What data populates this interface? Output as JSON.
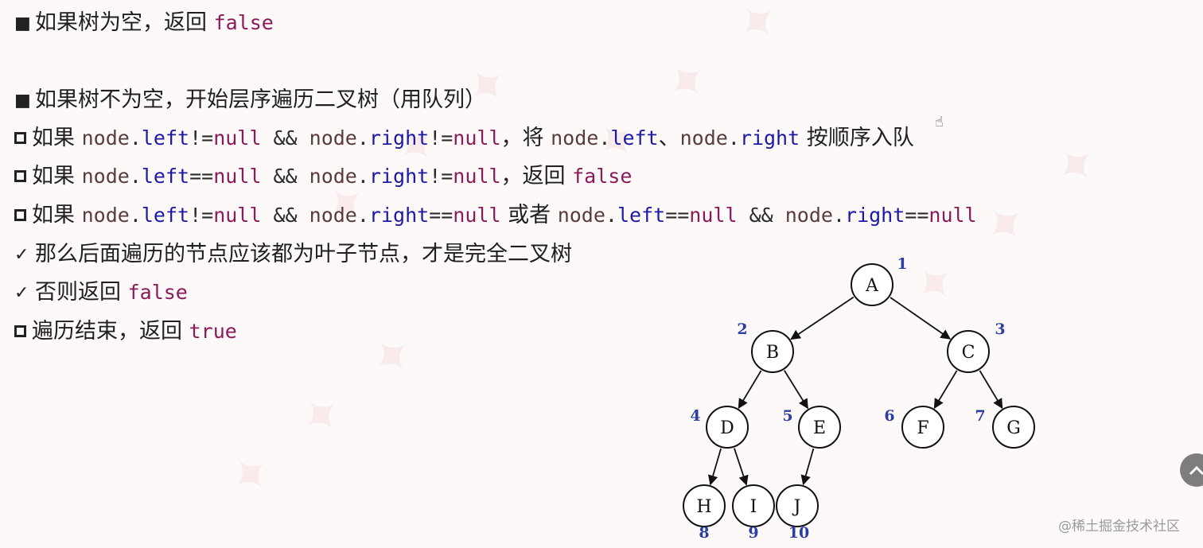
{
  "lines": [
    {
      "bullet": "filled",
      "segments": [
        {
          "text": "如果树为空，返回 ",
          "cls": ""
        },
        {
          "text": "false",
          "cls": "code c-kw"
        }
      ]
    },
    {
      "bullet": "filled",
      "segments": [
        {
          "text": "如果树不为空，开始层序遍历二叉树（用队列）",
          "cls": ""
        }
      ]
    },
    {
      "bullet": "open",
      "segments": [
        {
          "text": "如果 ",
          "cls": ""
        },
        {
          "text": "node",
          "cls": "code c-obj"
        },
        {
          "text": ".",
          "cls": "code c-op"
        },
        {
          "text": "left",
          "cls": "code c-prop"
        },
        {
          "text": "!=",
          "cls": "code c-op"
        },
        {
          "text": "null",
          "cls": "code c-kw"
        },
        {
          "text": " && ",
          "cls": "code c-op"
        },
        {
          "text": "node",
          "cls": "code c-obj"
        },
        {
          "text": ".",
          "cls": "code c-op"
        },
        {
          "text": "right",
          "cls": "code c-prop"
        },
        {
          "text": "!=",
          "cls": "code c-op"
        },
        {
          "text": "null",
          "cls": "code c-kw"
        },
        {
          "text": "，将 ",
          "cls": ""
        },
        {
          "text": "node",
          "cls": "code c-obj"
        },
        {
          "text": ".",
          "cls": "code c-op"
        },
        {
          "text": "left",
          "cls": "code c-prop"
        },
        {
          "text": "、",
          "cls": ""
        },
        {
          "text": "node",
          "cls": "code c-obj"
        },
        {
          "text": ".",
          "cls": "code c-op"
        },
        {
          "text": "right",
          "cls": "code c-prop"
        },
        {
          "text": " 按顺序入队",
          "cls": ""
        }
      ]
    },
    {
      "bullet": "open",
      "segments": [
        {
          "text": "如果 ",
          "cls": ""
        },
        {
          "text": "node",
          "cls": "code c-obj"
        },
        {
          "text": ".",
          "cls": "code c-op"
        },
        {
          "text": "left",
          "cls": "code c-prop"
        },
        {
          "text": "==",
          "cls": "code c-op"
        },
        {
          "text": "null",
          "cls": "code c-kw"
        },
        {
          "text": " && ",
          "cls": "code c-op"
        },
        {
          "text": "node",
          "cls": "code c-obj"
        },
        {
          "text": ".",
          "cls": "code c-op"
        },
        {
          "text": "right",
          "cls": "code c-prop"
        },
        {
          "text": "!=",
          "cls": "code c-op"
        },
        {
          "text": "null",
          "cls": "code c-kw"
        },
        {
          "text": "，返回 ",
          "cls": ""
        },
        {
          "text": "false",
          "cls": "code c-kw"
        }
      ]
    },
    {
      "bullet": "open",
      "segments": [
        {
          "text": "如果 ",
          "cls": ""
        },
        {
          "text": "node",
          "cls": "code c-obj"
        },
        {
          "text": ".",
          "cls": "code c-op"
        },
        {
          "text": "left",
          "cls": "code c-prop"
        },
        {
          "text": "!=",
          "cls": "code c-op"
        },
        {
          "text": "null",
          "cls": "code c-kw"
        },
        {
          "text": " && ",
          "cls": "code c-op"
        },
        {
          "text": "node",
          "cls": "code c-obj"
        },
        {
          "text": ".",
          "cls": "code c-op"
        },
        {
          "text": "right",
          "cls": "code c-prop"
        },
        {
          "text": "==",
          "cls": "code c-op"
        },
        {
          "text": "null",
          "cls": "code c-kw"
        },
        {
          "text": " 或者 ",
          "cls": ""
        },
        {
          "text": "node",
          "cls": "code c-obj"
        },
        {
          "text": ".",
          "cls": "code c-op"
        },
        {
          "text": "left",
          "cls": "code c-prop"
        },
        {
          "text": "==",
          "cls": "code c-op"
        },
        {
          "text": "null",
          "cls": "code c-kw"
        },
        {
          "text": " && ",
          "cls": "code c-op"
        },
        {
          "text": "node",
          "cls": "code c-obj"
        },
        {
          "text": ".",
          "cls": "code c-op"
        },
        {
          "text": "right",
          "cls": "code c-prop"
        },
        {
          "text": "==",
          "cls": "code c-op"
        },
        {
          "text": "null",
          "cls": "code c-kw"
        }
      ]
    },
    {
      "bullet": "check",
      "segments": [
        {
          "text": "那么后面遍历的节点应该都为叶子节点，才是完全二叉树",
          "cls": ""
        }
      ]
    },
    {
      "bullet": "check",
      "segments": [
        {
          "text": "否则返回 ",
          "cls": ""
        },
        {
          "text": "false",
          "cls": "code c-kw"
        }
      ]
    },
    {
      "bullet": "open",
      "segments": [
        {
          "text": "遍历结束，返回 ",
          "cls": ""
        },
        {
          "text": "true",
          "cls": "code c-kw"
        }
      ]
    }
  ],
  "tree": {
    "nodes": [
      {
        "id": "A",
        "label": "A",
        "index": "1"
      },
      {
        "id": "B",
        "label": "B",
        "index": "2"
      },
      {
        "id": "C",
        "label": "C",
        "index": "3"
      },
      {
        "id": "D",
        "label": "D",
        "index": "4"
      },
      {
        "id": "E",
        "label": "E",
        "index": "5"
      },
      {
        "id": "F",
        "label": "F",
        "index": "6"
      },
      {
        "id": "G",
        "label": "G",
        "index": "7"
      },
      {
        "id": "H",
        "label": "H",
        "index": "8"
      },
      {
        "id": "I",
        "label": "I",
        "index": "9"
      },
      {
        "id": "J",
        "label": "J",
        "index": "10"
      }
    ],
    "edges": [
      [
        "A",
        "B"
      ],
      [
        "A",
        "C"
      ],
      [
        "B",
        "D"
      ],
      [
        "B",
        "E"
      ],
      [
        "C",
        "F"
      ],
      [
        "C",
        "G"
      ],
      [
        "D",
        "H"
      ],
      [
        "D",
        "I"
      ],
      [
        "E",
        "J"
      ]
    ],
    "colors": {
      "node_stroke": "#111111",
      "index_text": "#2b3fa0"
    }
  },
  "credit": "@稀土掘金技术社区",
  "icons": {
    "scroll_top": "chevron-up-icon",
    "cursor": "hand-cursor-icon"
  }
}
